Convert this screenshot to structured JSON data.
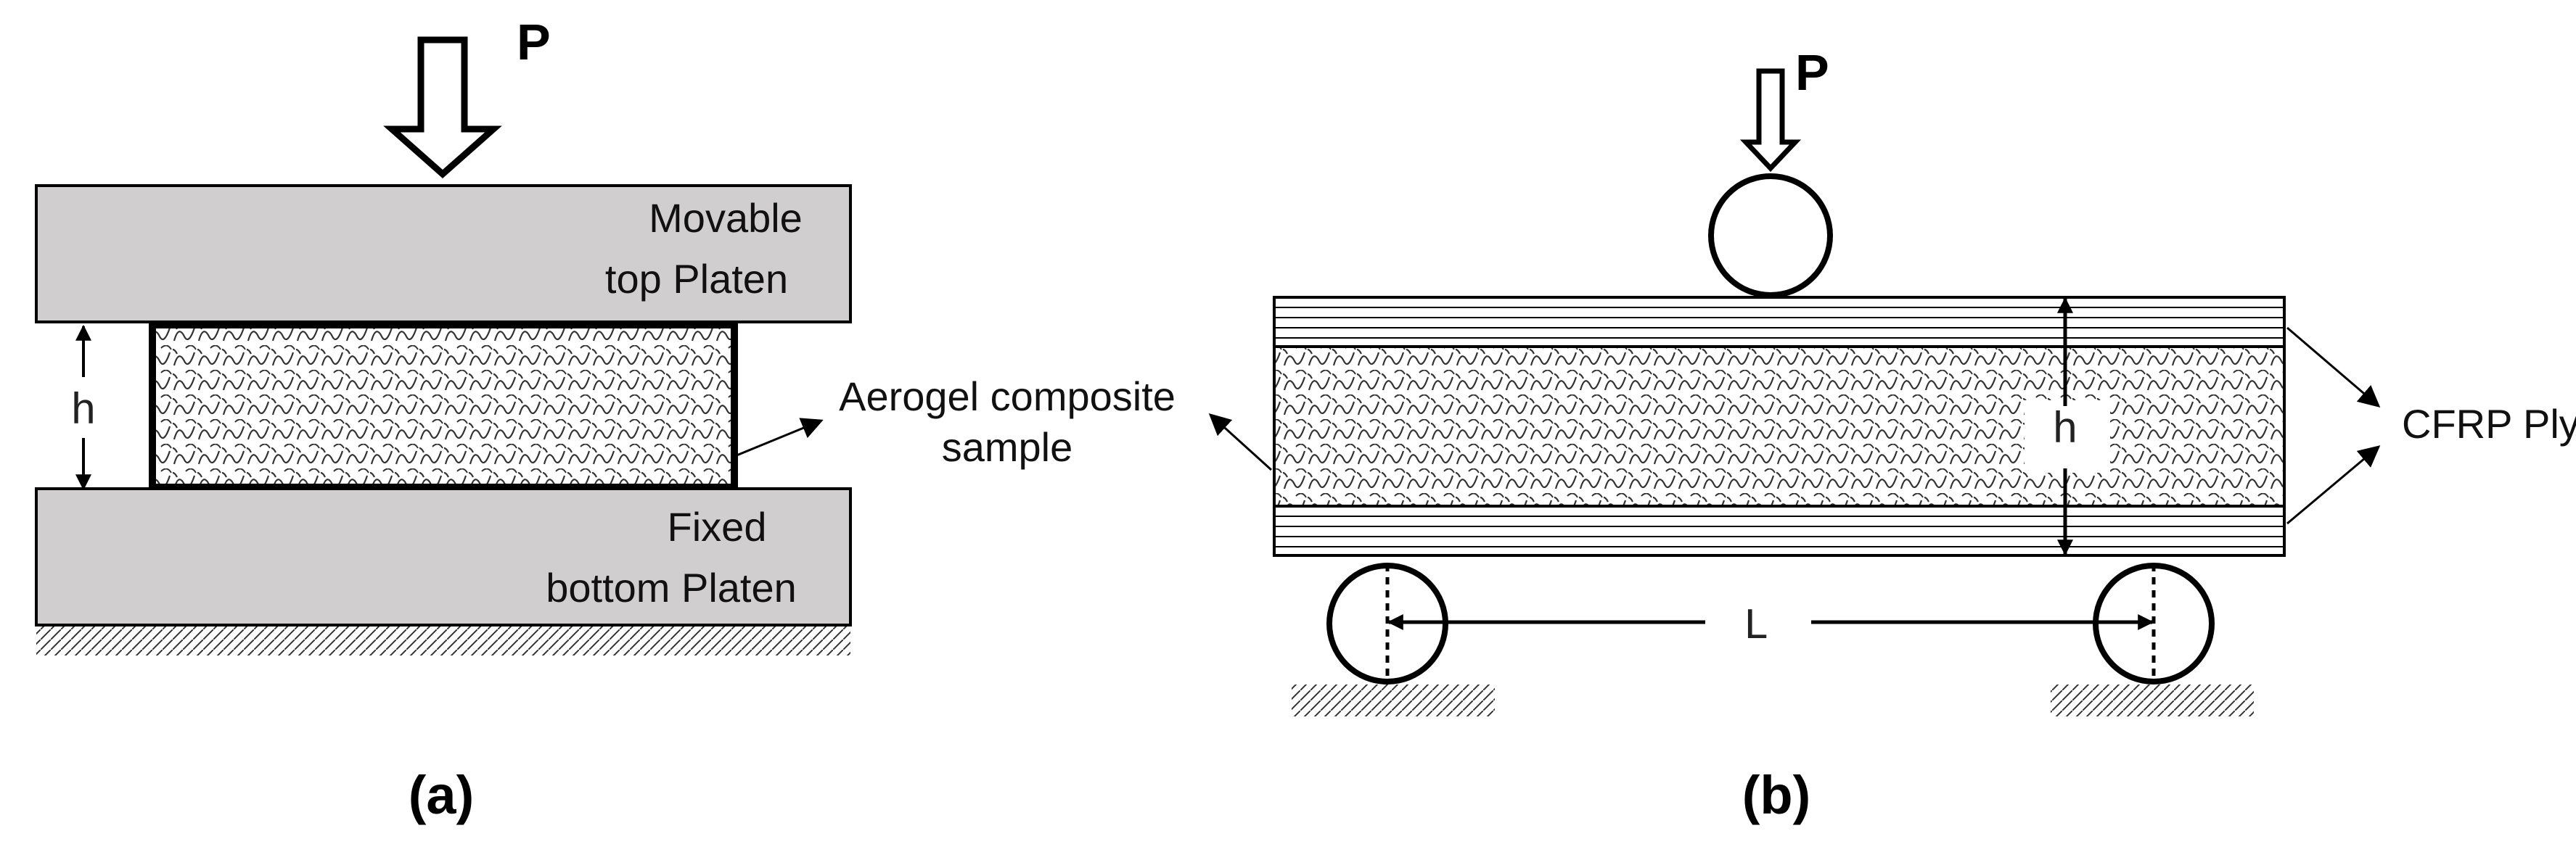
{
  "panel_a": {
    "load_label": "P",
    "top_platen_line1": "Movable",
    "top_platen_line2": "top Platen",
    "bottom_platen_line1": "Fixed",
    "bottom_platen_line2": "bottom Platen",
    "height_label": "h",
    "sample_label_line1": "Aerogel composite",
    "sample_label_line2": "sample",
    "caption": "(a)"
  },
  "panel_b": {
    "load_label": "P",
    "height_label": "h",
    "span_label": "L",
    "ply_label": "CFRP Ply",
    "caption": "(b)"
  },
  "colors": {
    "platen_fill": "#d0cece",
    "stroke": "#000000"
  }
}
